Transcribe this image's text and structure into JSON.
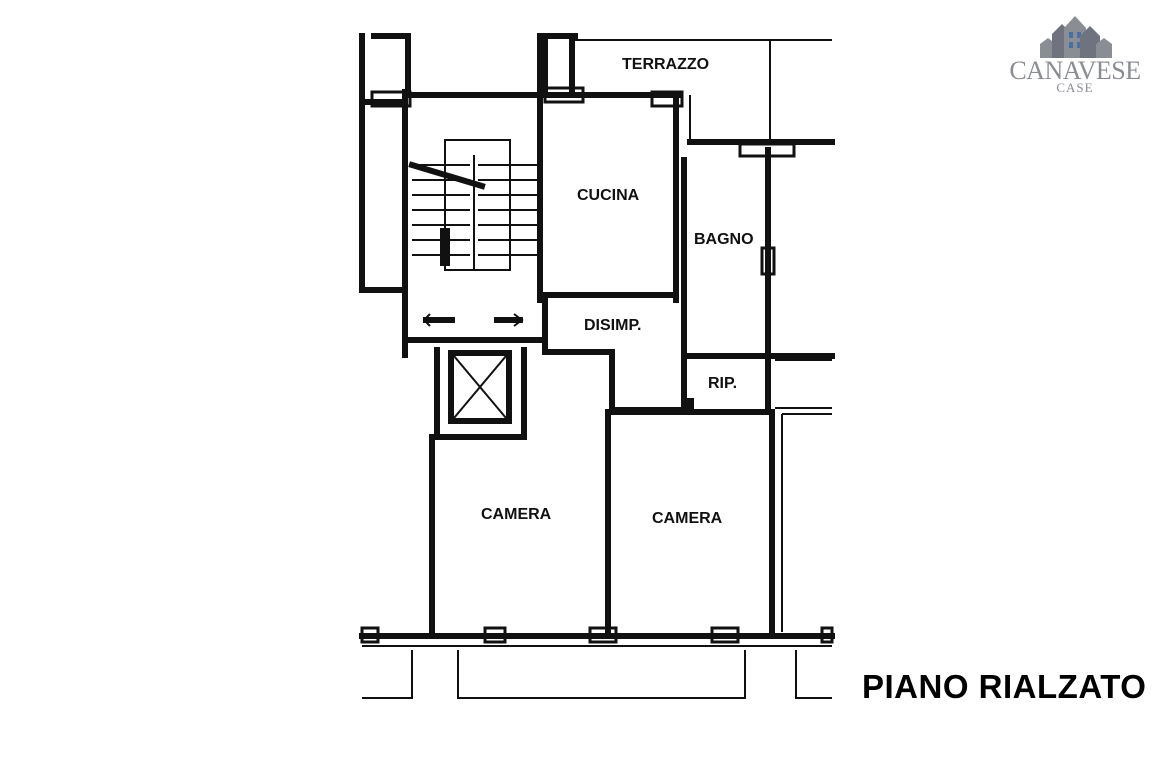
{
  "rooms": {
    "terrazzo": "TERRAZZO",
    "cucina": "CUCINA",
    "bagno": "BAGNO",
    "disimpegno": "DISIMP.",
    "ripostiglio": "RIP.",
    "camera_left": "CAMERA",
    "camera_right": "CAMERA"
  },
  "floor_label": "PIANO RIALZATO",
  "logo": {
    "name": "CANAVESE",
    "sub": "CASE",
    "icon": "houses-logo-icon"
  },
  "colors": {
    "wall": "#111111",
    "logo": "#8a8d94",
    "logo_accent": "#4a6fa5"
  }
}
